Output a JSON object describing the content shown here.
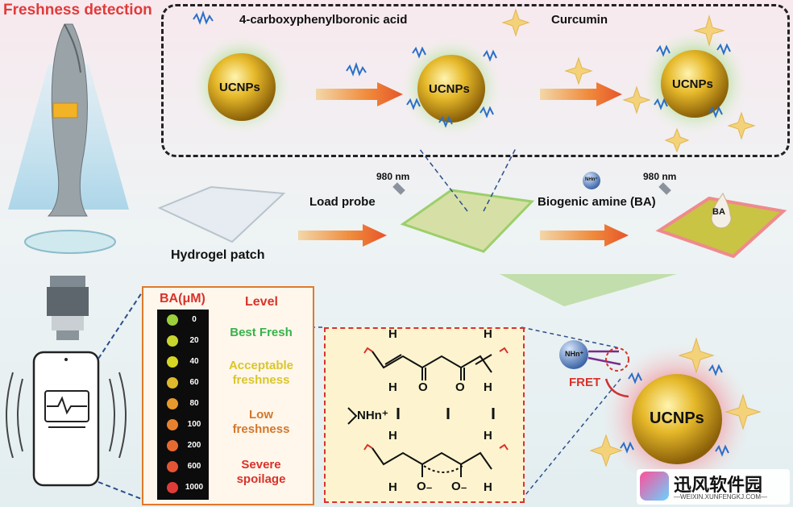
{
  "title": "Freshness detection",
  "top_box": {
    "reagent_1": "4-carboxyphenylboronic acid",
    "reagent_2": "Curcumin",
    "particle_label": "UCNPs"
  },
  "middle": {
    "patch_label": "Hydrogel patch",
    "step_1": "Load probe",
    "laser_1": "980 nm",
    "step_2": "Biogenic amine (BA)",
    "laser_2": "980 nm",
    "ba_drop": "BA",
    "amine_ball": "NHn⁺"
  },
  "legend": {
    "header_conc": "BA(μM)",
    "header_level": "Level",
    "concentrations": [
      "0",
      "20",
      "40",
      "60",
      "80",
      "100",
      "200",
      "600",
      "1000"
    ],
    "dot_colors": [
      "#9ccf3c",
      "#c8d62d",
      "#d6d524",
      "#e0b82b",
      "#e69a2c",
      "#e8822f",
      "#e66a30",
      "#e35435",
      "#df3c39"
    ],
    "levels": [
      {
        "text": "Best Fresh",
        "color": "#38b24a"
      },
      {
        "text": "Acceptable freshness",
        "color": "#d9c62b"
      },
      {
        "text": "Low freshness",
        "color": "#d3772c"
      },
      {
        "text": "Severe spoilage",
        "color": "#d9322a"
      }
    ]
  },
  "chem": {
    "amine": "NHn⁺",
    "H": "H",
    "O": "O",
    "O_minus": "O₋"
  },
  "fret": {
    "label": "FRET",
    "amine_ball": "NHn⁺",
    "particle_label": "UCNPs"
  },
  "watermark": {
    "name": "迅风软件园",
    "url": "—WEIXIN.XUNFENGKJ.COM—"
  }
}
